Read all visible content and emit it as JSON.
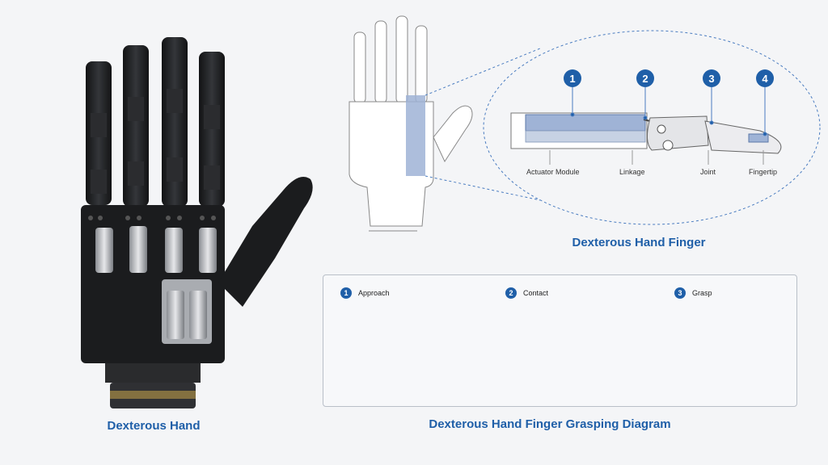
{
  "captions": {
    "hand": "Dexterous Hand",
    "finger": "Dexterous Hand Finger",
    "grasp": "Dexterous Hand Finger Grasping Diagram"
  },
  "finger_parts": [
    {
      "num": "1",
      "label": "Actuator Module"
    },
    {
      "num": "2",
      "label": "Linkage"
    },
    {
      "num": "3",
      "label": "Joint"
    },
    {
      "num": "4",
      "label": "Fingertip"
    }
  ],
  "grasp_steps": [
    {
      "num": "1",
      "label": "Approach"
    },
    {
      "num": "2",
      "label": "Contact"
    },
    {
      "num": "3",
      "label": "Grasp"
    }
  ],
  "colors": {
    "accent": "#1f5fa8",
    "module_blue": "#9fb3d6",
    "hand_dark": "#1b1c1e"
  }
}
